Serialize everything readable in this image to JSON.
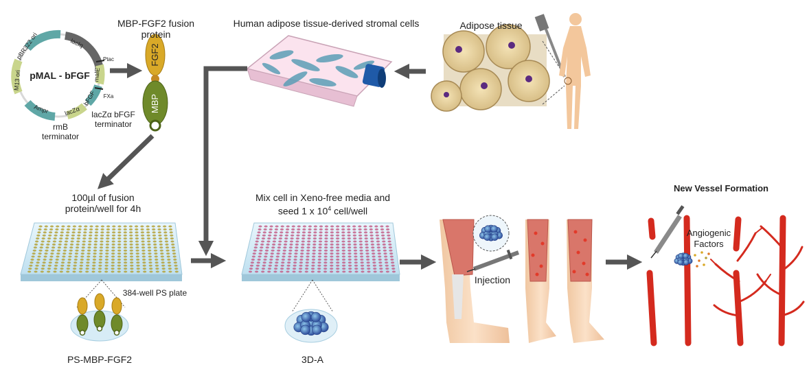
{
  "plasmid": {
    "name": "pMAL - bFGF",
    "features": {
      "laclq": "lacIq",
      "pbr322_ori": "pBR322 ori",
      "m13_ori": "M13 ori",
      "ampr": "Ampr",
      "lacz": "lacZα",
      "bfgf": "bFGF",
      "male": "malE",
      "ptac": "Ptac",
      "fxa": "FXa"
    },
    "labels": {
      "lacz_terminator": "lacZα bFGF\nterminator",
      "rrnb_terminator": "rmB\nterminator"
    }
  },
  "fusion": {
    "title": "MBP-FGF2 fusion\nprotein",
    "fgf2": "FGF2",
    "mbp": "MBP"
  },
  "stromal": {
    "title": "Human adipose tissue-derived stromal cells"
  },
  "adipose": {
    "title": "Adipose tissue"
  },
  "coating": {
    "title": "100µl of fusion\nprotein/well for 4h",
    "plate_label": "384-well PS plate",
    "result": "PS-MBP-FGF2"
  },
  "seeding": {
    "title_pre": "Mix cell in Xeno-free media and\nseed 1 x 10",
    "title_sup": "4",
    "title_post": " cell/well",
    "result": "3D-A"
  },
  "injection": {
    "label": "Injection"
  },
  "vessel": {
    "title": "New Vessel Formation",
    "factors": "Angiogenic\nFactors"
  },
  "colors": {
    "arrow": "#555555",
    "plate": "#bfe0f0",
    "vessel": "#d42a1e",
    "fgf2": "#d9a928",
    "mbp": "#6f8a2a",
    "muscle": "#d9766a",
    "skin": "#f6d2b0",
    "spheroid": "#3a58a8"
  }
}
